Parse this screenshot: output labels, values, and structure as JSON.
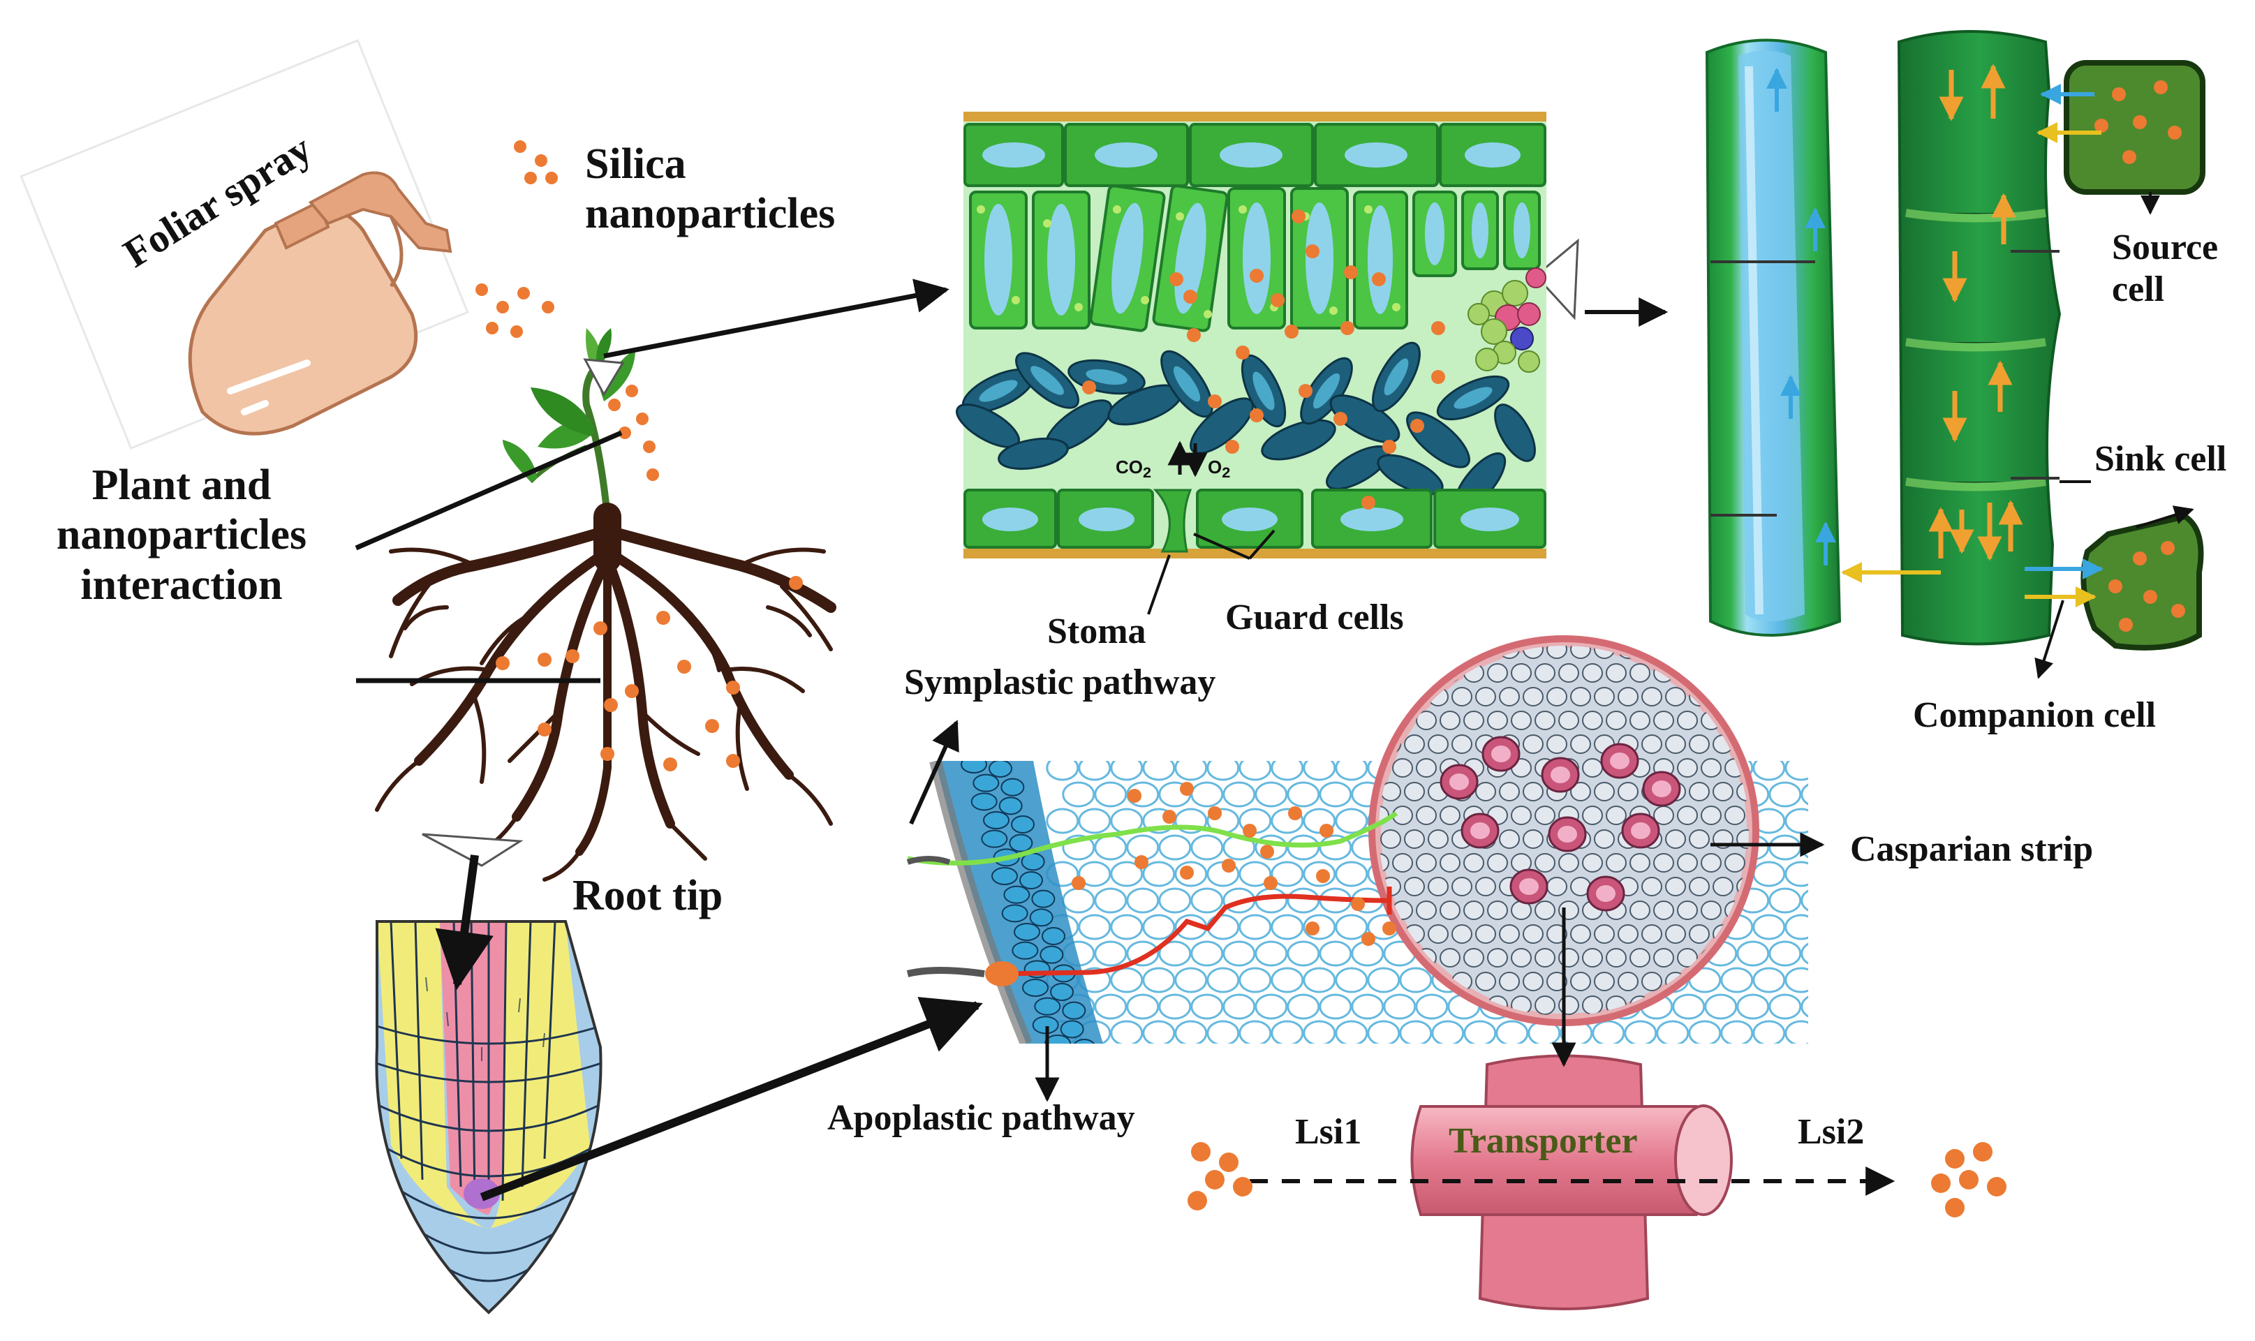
{
  "colors": {
    "nanoparticle": "#ec7a32",
    "leaf_green": "#3aae38",
    "leaf_dark": "#1e7a2a",
    "mesophyll_bg": "#c6efc2",
    "stoma_cell": "#1d5f7a",
    "xylem_blue": "#5bb8e8",
    "phloem_green": "#1e8c3a",
    "root_brown": "#3b1b10",
    "bottle": "#e6a47e",
    "transporter": "#e47a8f",
    "casparian": "#d46b73",
    "root_cell_blue": "#65b9df",
    "symplastic_line": "#7fe04a",
    "apoplastic_line": "#e03020",
    "tip_yellow": "#f1ec7a",
    "tip_pink": "#ee8fa8",
    "tip_blue": "#a8cde8"
  },
  "labels": {
    "foliar_spray": "Foliar spray",
    "silica_1": "Silica",
    "silica_2": "nanoparticles",
    "interaction_1": "Plant and",
    "interaction_2": "nanoparticles",
    "interaction_3": "interaction",
    "root_tip": "Root tip",
    "stoma": "Stoma",
    "guard_cells": "Guard cells",
    "co2": "CO",
    "co2_sub": "2",
    "o2": "O",
    "o2_sub": "2",
    "source_cell_1": "Source",
    "source_cell_2": "cell",
    "sink_cell": "Sink cell",
    "companion_cell": "Companion cell",
    "symplastic": "Symplastic pathway",
    "casparian": "Casparian strip",
    "apoplastic": "Apoplastic pathway",
    "lsi1": "Lsi1",
    "lsi2": "Lsi2",
    "transporter": "Transporter"
  }
}
